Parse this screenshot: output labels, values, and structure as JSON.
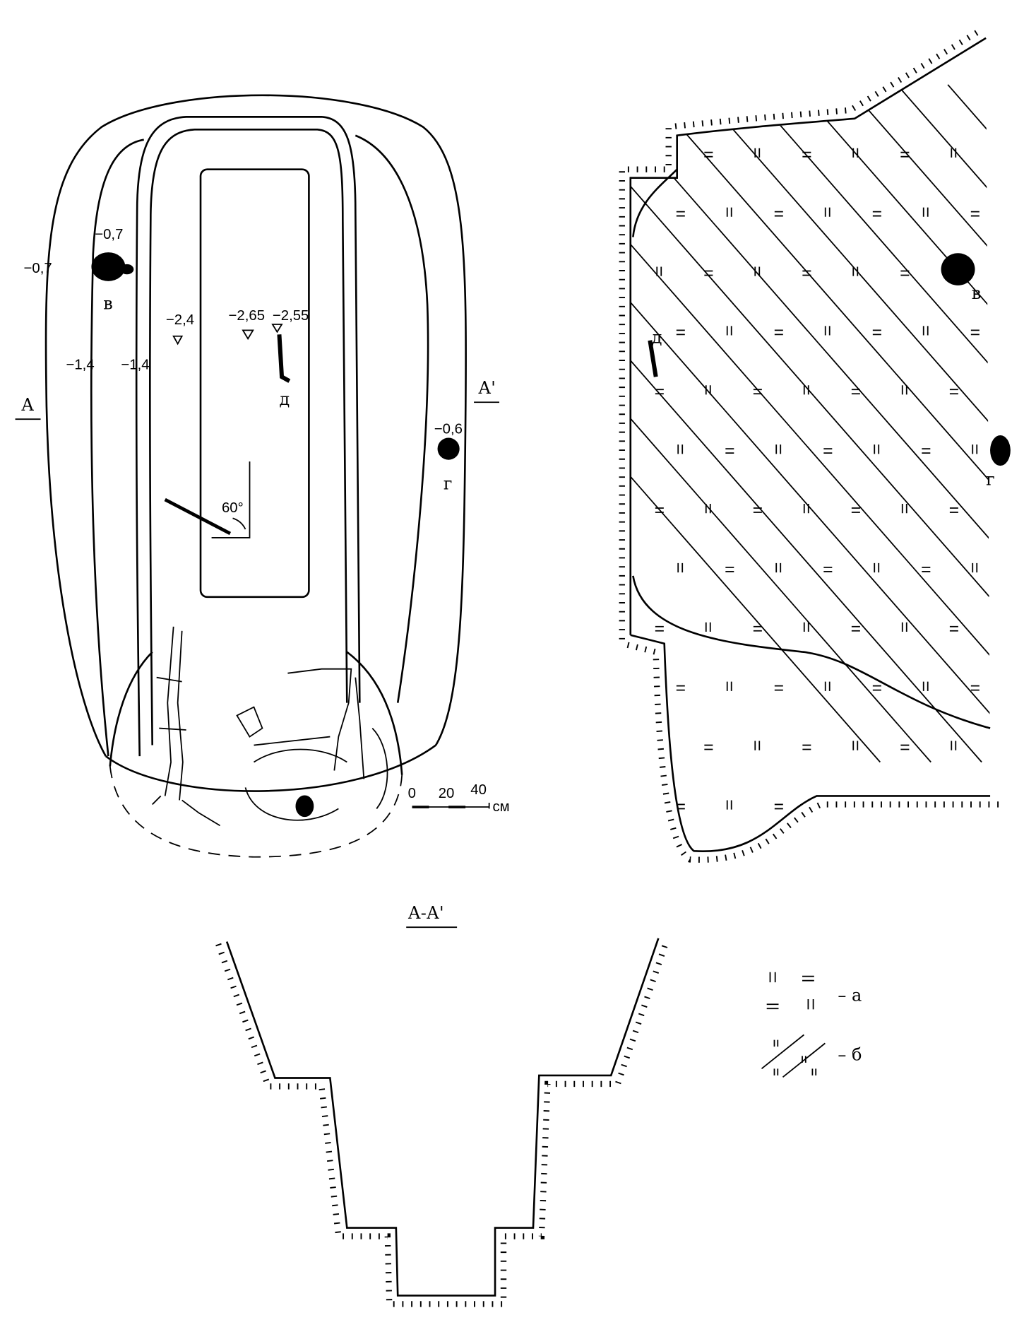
{
  "plan": {
    "elevations": {
      "outer_left": "−0,7",
      "pit_v": "−0,7",
      "step_left_1": "−1,4",
      "step_left_2": "−1,4",
      "inner_1": "−2,4",
      "inner_2": "−2,65",
      "inner_3": "−2,55",
      "pit_g": "−0,6"
    },
    "finds": {
      "v": "в",
      "g": "г",
      "d": "д"
    },
    "section_marks": {
      "a": "А",
      "a_prime": "А'"
    },
    "angle": "60°",
    "scale": {
      "t0": "0",
      "t20": "20",
      "t40": "40",
      "unit": "см"
    }
  },
  "fill_plan": {
    "finds": {
      "v": "в",
      "g": "г",
      "d": "д"
    }
  },
  "section": {
    "title": "А-А'"
  },
  "legend": {
    "items": [
      {
        "symbol": "‖ = / = ‖",
        "label": "– а"
      },
      {
        "symbol": "diagonal",
        "label": "– б"
      }
    ]
  }
}
